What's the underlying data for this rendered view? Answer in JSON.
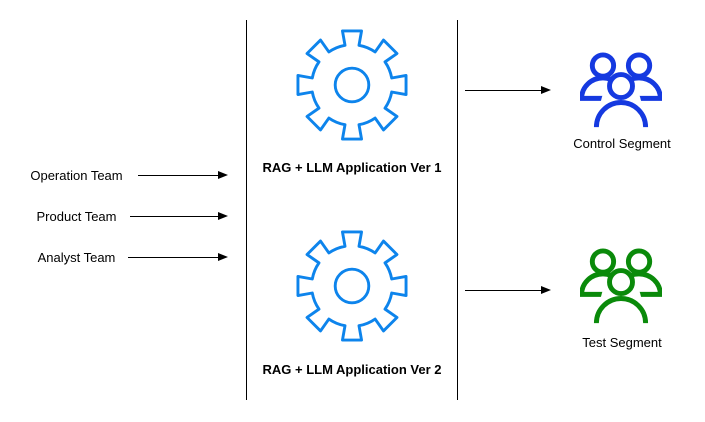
{
  "diagram": {
    "teams": [
      {
        "label": "Operation Team"
      },
      {
        "label": "Product Team"
      },
      {
        "label": "Analyst Team"
      }
    ],
    "applications": [
      {
        "label": "RAG + LLM Application Ver 1",
        "icon": "gear-icon"
      },
      {
        "label": "RAG + LLM Application Ver 2",
        "icon": "gear-icon"
      }
    ],
    "segments": [
      {
        "label": "Control Segment",
        "icon": "people-group-icon",
        "color": "#1539e0"
      },
      {
        "label": "Test Segment",
        "icon": "people-group-icon",
        "color": "#0a8a0a"
      }
    ],
    "colors": {
      "gear": "#0d84ec",
      "line": "#000000"
    }
  }
}
